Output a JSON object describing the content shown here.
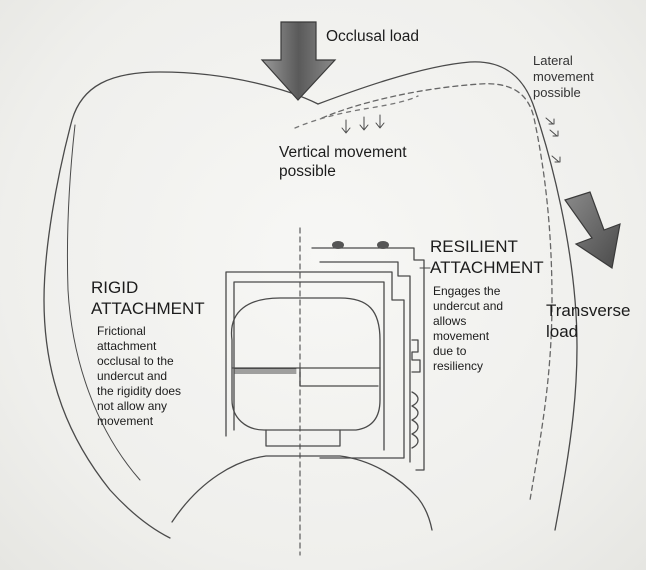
{
  "labels": {
    "occlusal_load": "Occlusal load",
    "lateral_movement": [
      "Lateral",
      "movement",
      "possible"
    ],
    "vertical_movement": [
      "Vertical movement",
      "possible"
    ],
    "rigid_attachment": [
      "RIGID",
      "ATTACHMENT"
    ],
    "rigid_description": [
      "Frictional",
      "attachment",
      "occlusal to the",
      "undercut and",
      "the rigidity does",
      "not allow any",
      "movement"
    ],
    "resilient_attachment": [
      "RESILIENT",
      "ATTACHMENT"
    ],
    "resilient_description": [
      "Engages the",
      "undercut and",
      "allows",
      "movement",
      "due to",
      "resiliency"
    ],
    "transverse_load": [
      "Transverse",
      "load"
    ]
  },
  "colors": {
    "paper": "#f2f2ef",
    "pencil": "#4a4a4a",
    "arrow_shade": "#6e6e6e"
  }
}
